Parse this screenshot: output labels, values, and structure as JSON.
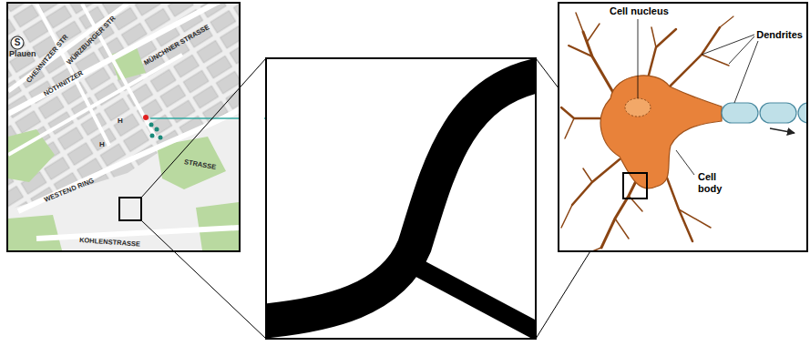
{
  "diagram": {
    "nodes": [
      {
        "text": [
          "S",
          "Plauen",
          "CHEMNITZER STR",
          "WÜRZBURGER STR",
          "MÜNCHNER STRASSE",
          "NÖTHNITZER",
          "STRASSE",
          "WESTEND RING",
          "KOHLENSTRASSE",
          "H",
          "H"
        ]
      },
      {
        "text": [
          "Cell nucleus",
          "Dendrites",
          "Cell body"
        ]
      }
    ]
  }
}
